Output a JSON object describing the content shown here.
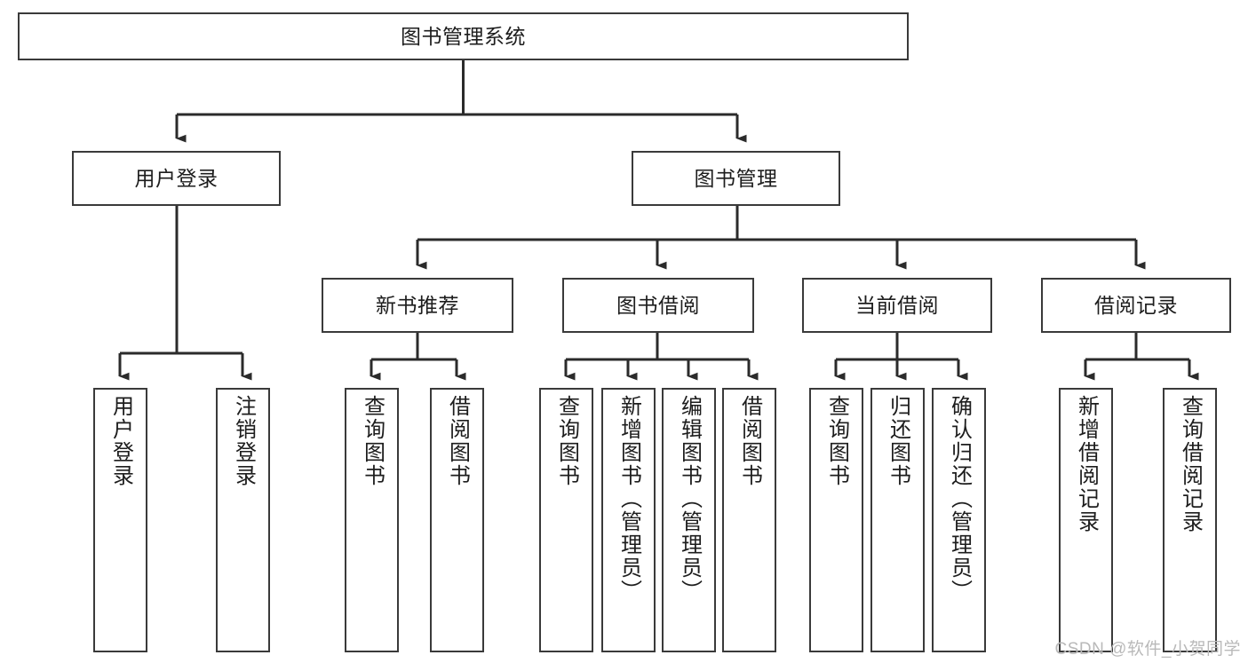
{
  "diagram": {
    "type": "tree-hierarchy",
    "title": "图书管理系统",
    "levels": 4,
    "edge_style": "orthogonal-arrow",
    "colors": {
      "box_border": "#3a3a3a",
      "box_fill": "#ffffff",
      "line": "#2b2b2b",
      "text": "#1d1d1d",
      "watermark": "#b9b9b9",
      "background": "#ffffff"
    },
    "root": {
      "label": "图书管理系统",
      "orientation": "horizontal"
    },
    "level2": [
      {
        "label": "用户登录",
        "orientation": "horizontal"
      },
      {
        "label": "图书管理",
        "orientation": "horizontal"
      }
    ],
    "level3": [
      {
        "label": "新书推荐",
        "orientation": "horizontal",
        "parent": "图书管理"
      },
      {
        "label": "图书借阅",
        "orientation": "horizontal",
        "parent": "图书管理"
      },
      {
        "label": "当前借阅",
        "orientation": "horizontal",
        "parent": "图书管理"
      },
      {
        "label": "借阅记录",
        "orientation": "horizontal",
        "parent": "图书管理"
      }
    ],
    "leaves": {
      "用户登录": [
        {
          "label": "用户登录",
          "orientation": "vertical"
        },
        {
          "label": "注销登录",
          "orientation": "vertical"
        }
      ],
      "新书推荐": [
        {
          "label": "查询图书",
          "orientation": "vertical"
        },
        {
          "label": "借阅图书",
          "orientation": "vertical"
        }
      ],
      "图书借阅": [
        {
          "label": "查询图书",
          "orientation": "vertical"
        },
        {
          "label": "新增图书（管理员）",
          "orientation": "vertical"
        },
        {
          "label": "编辑图书（管理员）",
          "orientation": "vertical"
        },
        {
          "label": "借阅图书",
          "orientation": "vertical"
        }
      ],
      "当前借阅": [
        {
          "label": "查询图书",
          "orientation": "vertical"
        },
        {
          "label": "归还图书",
          "orientation": "vertical"
        },
        {
          "label": "确认归还（管理员）",
          "orientation": "vertical"
        }
      ],
      "借阅记录": [
        {
          "label": "新增借阅记录",
          "orientation": "vertical"
        },
        {
          "label": "查询借阅记录",
          "orientation": "vertical"
        }
      ]
    }
  },
  "watermark": {
    "text": "CSDN @软件_小贺同学"
  }
}
